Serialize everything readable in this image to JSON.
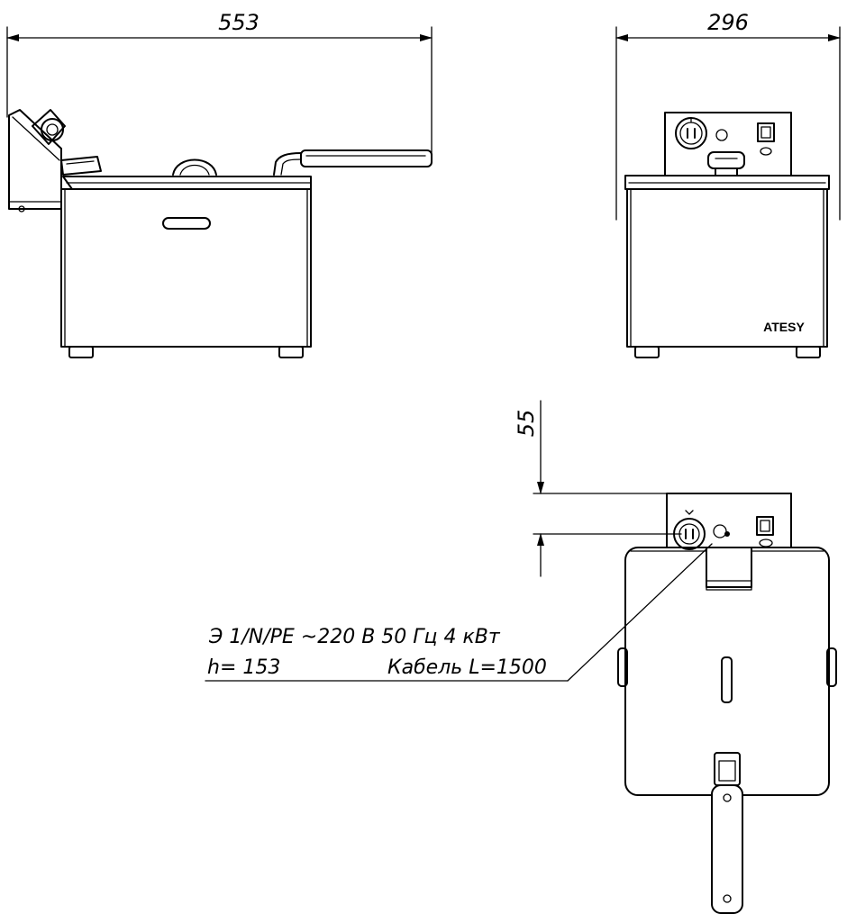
{
  "dimensions": {
    "width_side": "553",
    "width_front": "296",
    "offset_plug": "55"
  },
  "brand": "ATESY",
  "spec_note": {
    "line1": "Э 1/N/PE ~220 В 50 Гц 4 кВт",
    "line2_height": "h= 153",
    "line2_cable": "Кабель L=1500"
  }
}
